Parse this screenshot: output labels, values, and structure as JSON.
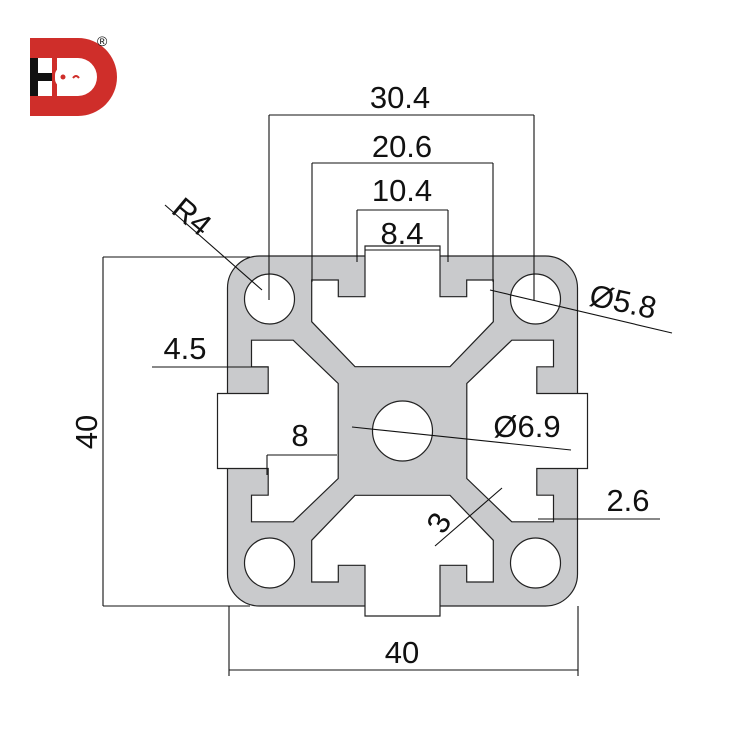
{
  "logo": {
    "registered_mark": "®",
    "brand_color": "#cf2e2a",
    "accent_color": "#111111"
  },
  "profile_color": "#c9cacc",
  "dimensions": {
    "top_outer_span": "30.4",
    "top_slot_width": "20.6",
    "slot_opening_outer": "10.4",
    "slot_opening_inner": "8.4",
    "corner_radius": "R4",
    "corner_hole_diameter": "Ø5.8",
    "lip_depth": "4.5",
    "height": "40",
    "cavity_width": "8",
    "center_hole_diameter": "Ø6.9",
    "lip_thickness": "2.6",
    "web_thickness": "3",
    "width": "40"
  }
}
